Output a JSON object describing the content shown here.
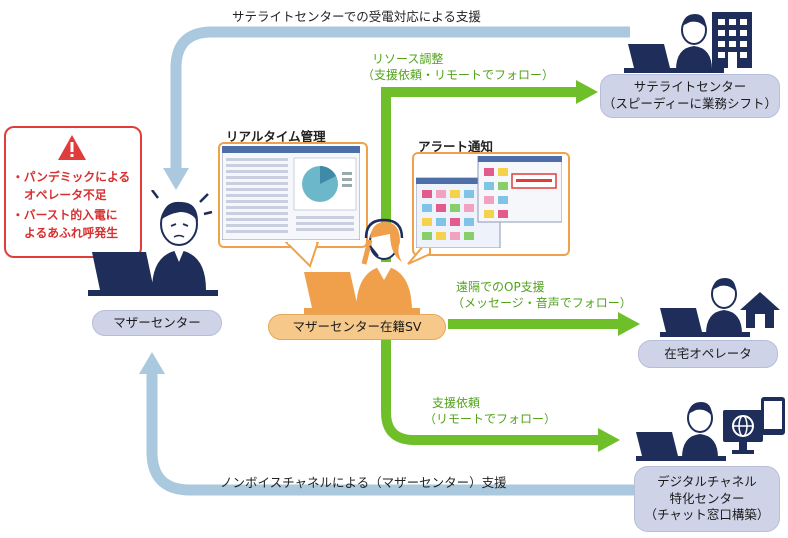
{
  "top_flow": "サテライトセンターでの受電対応による支援",
  "bottom_flow": "ノンボイスチャネルによる（マザーセンター）支援",
  "resource": {
    "line1": "リソース調整",
    "line2": "（支援依頼・リモートでフォロー）"
  },
  "remote_op": {
    "line1": "遠隔でのOP支援",
    "line2": "（メッセージ・音声でフォロー）"
  },
  "support_request": {
    "line1": "支援依頼",
    "line2": "（リモートでフォロー）"
  },
  "alert": {
    "line1": "・パンデミックによる",
    "line2": "オペレータ不足",
    "line3": "・バースト的入電に",
    "line4": "よるあふれ呼発生"
  },
  "realtime": {
    "title": "リアルタイム管理"
  },
  "alert_notice": {
    "title": "アラート通知"
  },
  "nodes": {
    "mother": "マザーセンター",
    "sv": "マザーセンター在籍SV",
    "satellite_1": "サテライトセンター",
    "satellite_2": "（スピーディーに業務シフト）",
    "home": "在宅オペレータ",
    "digital_1": "デジタルチャネル",
    "digital_2": "特化センター",
    "digital_3": "（チャット窓口構築）"
  },
  "colors": {
    "green": "#6fbf2a",
    "blue": "#aac9df",
    "red": "#e03c3c",
    "navy": "#1e2d5a",
    "orange": "#efa24a"
  }
}
